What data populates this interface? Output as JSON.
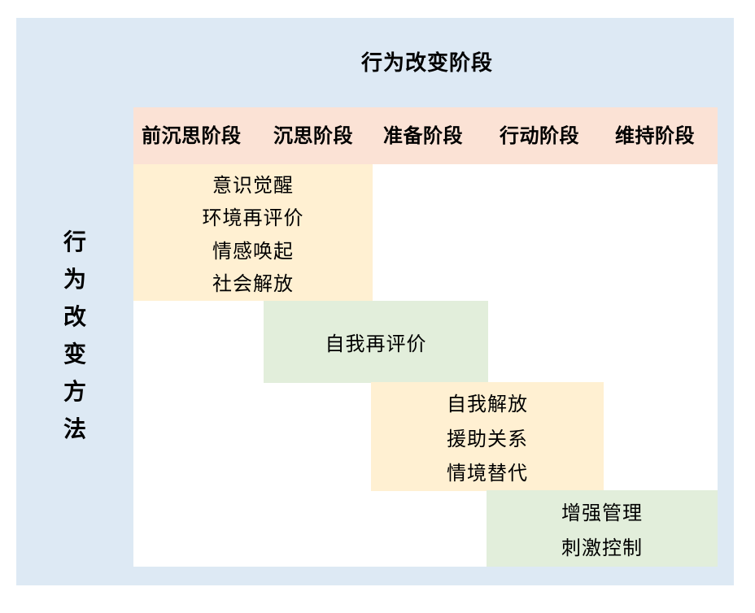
{
  "diagram": {
    "title": "行为改变阶段",
    "side_title_chars": [
      "行",
      "为",
      "改",
      "变",
      "方",
      "法"
    ],
    "stages": [
      "前沉思阶段",
      "沉思阶段",
      "准备阶段",
      "行动阶段",
      "维持阶段"
    ],
    "blocks": [
      {
        "items": [
          "意识觉醒",
          "环境再评价",
          "情感唤起",
          "社会解放"
        ]
      },
      {
        "items": [
          "自我再评价"
        ]
      },
      {
        "items": [
          "自我解放",
          "援助关系",
          "情境替代"
        ]
      },
      {
        "items": [
          "增强管理",
          "刺激控制"
        ]
      }
    ],
    "colors": {
      "panel_bg": "#dde9f4",
      "header_bg": "#fbe2d5",
      "yellow_block": "#fff0d2",
      "green_block": "#e2eedb"
    }
  }
}
